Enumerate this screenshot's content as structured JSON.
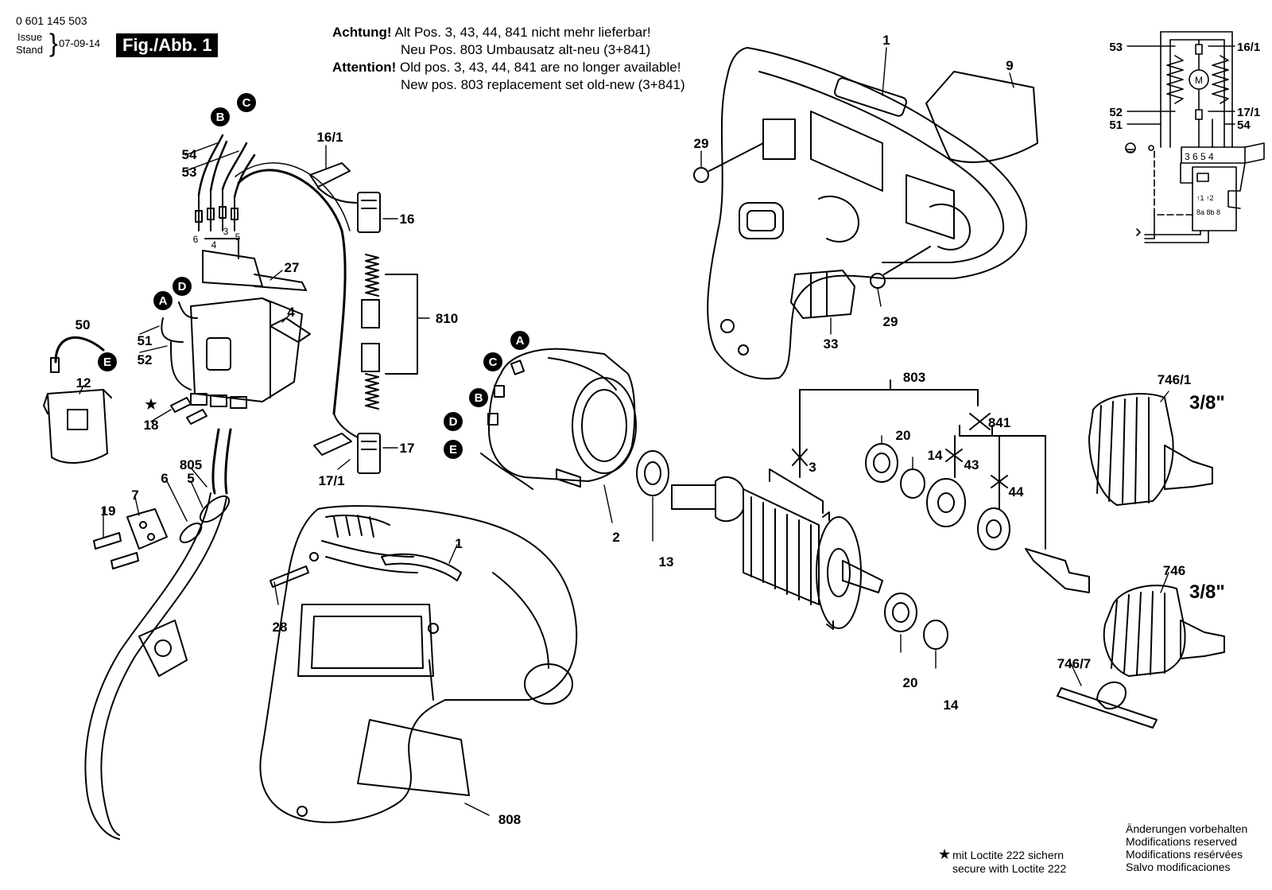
{
  "header": {
    "part_number": "0 601 145 503",
    "issue_label": "Issue",
    "stand_label": "Stand",
    "date": "07-09-14",
    "figure": "Fig./Abb. 1"
  },
  "notice": {
    "de_lead": "Achtung!",
    "de_line1": " Alt Pos. 3, 43, 44, 841 nicht mehr lieferbar!",
    "de_line2": "Neu Pos. 803 Umbausatz alt-neu (3+841)",
    "en_lead": "Attention!",
    "en_line1": " Old pos. 3, 43, 44, 841 are no longer available!",
    "en_line2": "New pos. 803 replacement set old-new (3+841)"
  },
  "labels": [
    {
      "id": "p1a",
      "text": "1"
    },
    {
      "id": "p9",
      "text": "9"
    },
    {
      "id": "p29a",
      "text": "29"
    },
    {
      "id": "p29b",
      "text": "29"
    },
    {
      "id": "p33",
      "text": "33"
    },
    {
      "id": "p16_1",
      "text": "16/1"
    },
    {
      "id": "p16",
      "text": "16"
    },
    {
      "id": "p810",
      "text": "810"
    },
    {
      "id": "p17",
      "text": "17"
    },
    {
      "id": "p17_1",
      "text": "17/1"
    },
    {
      "id": "p54",
      "text": "54"
    },
    {
      "id": "p53",
      "text": "53"
    },
    {
      "id": "p27",
      "text": "27"
    },
    {
      "id": "p4",
      "text": "4"
    },
    {
      "id": "p50",
      "text": "50"
    },
    {
      "id": "p51",
      "text": "51"
    },
    {
      "id": "p52",
      "text": "52"
    },
    {
      "id": "p12",
      "text": "12"
    },
    {
      "id": "p18",
      "text": "18"
    },
    {
      "id": "p805",
      "text": "805"
    },
    {
      "id": "p5",
      "text": "5"
    },
    {
      "id": "p6",
      "text": "6"
    },
    {
      "id": "p7",
      "text": "7"
    },
    {
      "id": "p19",
      "text": "19"
    },
    {
      "id": "p1b",
      "text": "1"
    },
    {
      "id": "p28",
      "text": "28"
    },
    {
      "id": "p808",
      "text": "808"
    },
    {
      "id": "p2",
      "text": "2"
    },
    {
      "id": "p13",
      "text": "13"
    },
    {
      "id": "p803",
      "text": "803"
    },
    {
      "id": "p841",
      "text": "841"
    },
    {
      "id": "p3",
      "text": "3"
    },
    {
      "id": "p20a",
      "text": "20"
    },
    {
      "id": "p14a",
      "text": "14"
    },
    {
      "id": "p43",
      "text": "43"
    },
    {
      "id": "p44",
      "text": "44"
    },
    {
      "id": "p20b",
      "text": "20"
    },
    {
      "id": "p14b",
      "text": "14"
    },
    {
      "id": "p746_1",
      "text": "746/1"
    },
    {
      "id": "p746",
      "text": "746"
    },
    {
      "id": "p746_7",
      "text": "746/7"
    },
    {
      "id": "w53",
      "text": "53"
    },
    {
      "id": "w16_1",
      "text": "16/1"
    },
    {
      "id": "w52",
      "text": "52"
    },
    {
      "id": "w17_1",
      "text": "17/1"
    },
    {
      "id": "w51",
      "text": "51"
    },
    {
      "id": "w54",
      "text": "54"
    },
    {
      "id": "wire6",
      "text": "6"
    },
    {
      "id": "wire4",
      "text": "4"
    },
    {
      "id": "wire3",
      "text": "3"
    },
    {
      "id": "wire5",
      "text": "5"
    }
  ],
  "chuck_size_1": "3/8\"",
  "chuck_size_2": "3/8\"",
  "badges": [
    {
      "id": "bB",
      "text": "B"
    },
    {
      "id": "bC",
      "text": "C"
    },
    {
      "id": "bA",
      "text": "A"
    },
    {
      "id": "bD",
      "text": "D"
    },
    {
      "id": "bE",
      "text": "E"
    },
    {
      "id": "sA",
      "text": "A"
    },
    {
      "id": "sC",
      "text": "C"
    },
    {
      "id": "sB",
      "text": "B"
    },
    {
      "id": "sD",
      "text": "D"
    },
    {
      "id": "sE",
      "text": "E"
    }
  ],
  "wiring_terminals": "3 6 5 4",
  "wiring_motor": "M",
  "wiring_switch_marks": "↑1 ↑2",
  "wiring_switch_pins": "8a 8b 8",
  "footer": {
    "star": "★",
    "loctite_de": "mit Loctite 222 sichern",
    "loctite_en": "secure with Loctite 222",
    "mod_de": "Änderungen vorbehalten",
    "mod_en": "Modifications reserved",
    "mod_fr": "Modifications resérvées",
    "mod_es": "Salvo modificaciones"
  }
}
